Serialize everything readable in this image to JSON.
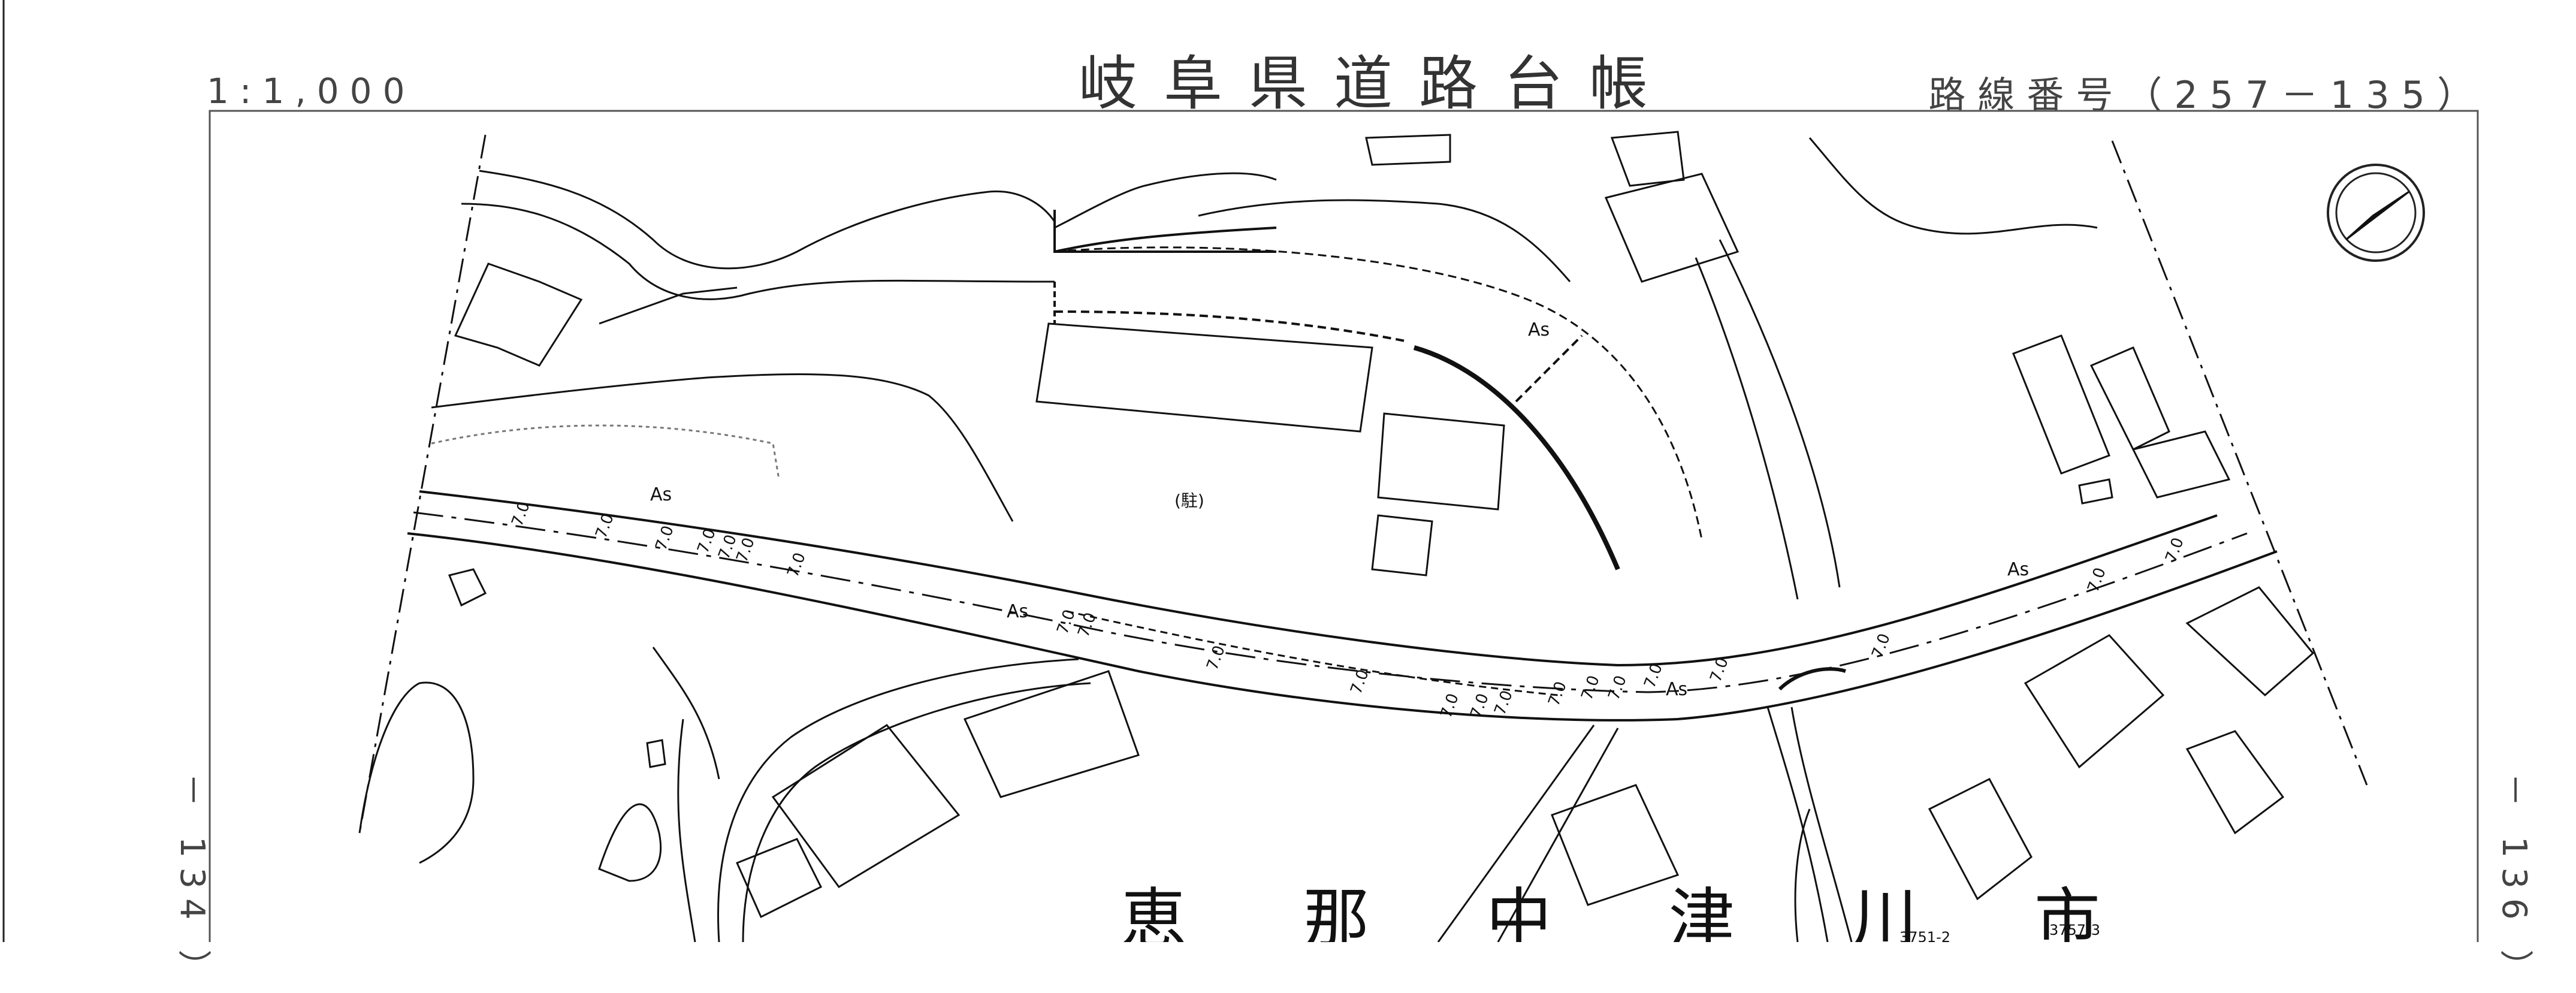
{
  "header": {
    "scale": "1:1,000",
    "title": "岐阜県道路台帳",
    "route_number": "路線番号（257－135）"
  },
  "sheet_links": {
    "left": "－ 134 ）",
    "right": "－ 136 ）"
  },
  "map": {
    "parking_label": "(駐)",
    "surface_labels": [
      "As",
      "As",
      "As",
      "As",
      "As"
    ],
    "width_labels": [
      "7.0",
      "7.0",
      "7.0",
      "7.0",
      "7.0",
      "7.0",
      "7.0",
      "7.0",
      "7.0",
      "7.0",
      "7.0",
      "7.0",
      "7.0",
      "7.0",
      "7.0",
      "7.0",
      "7.0",
      "7.0",
      "7.0",
      "7.0",
      "7.0",
      "7.0"
    ],
    "municipality": "恵 那 中 津 川 市",
    "lot_numbers": [
      "3751-2",
      "3757-3"
    ],
    "north_arrow_icon": "north-arrow-icon"
  }
}
